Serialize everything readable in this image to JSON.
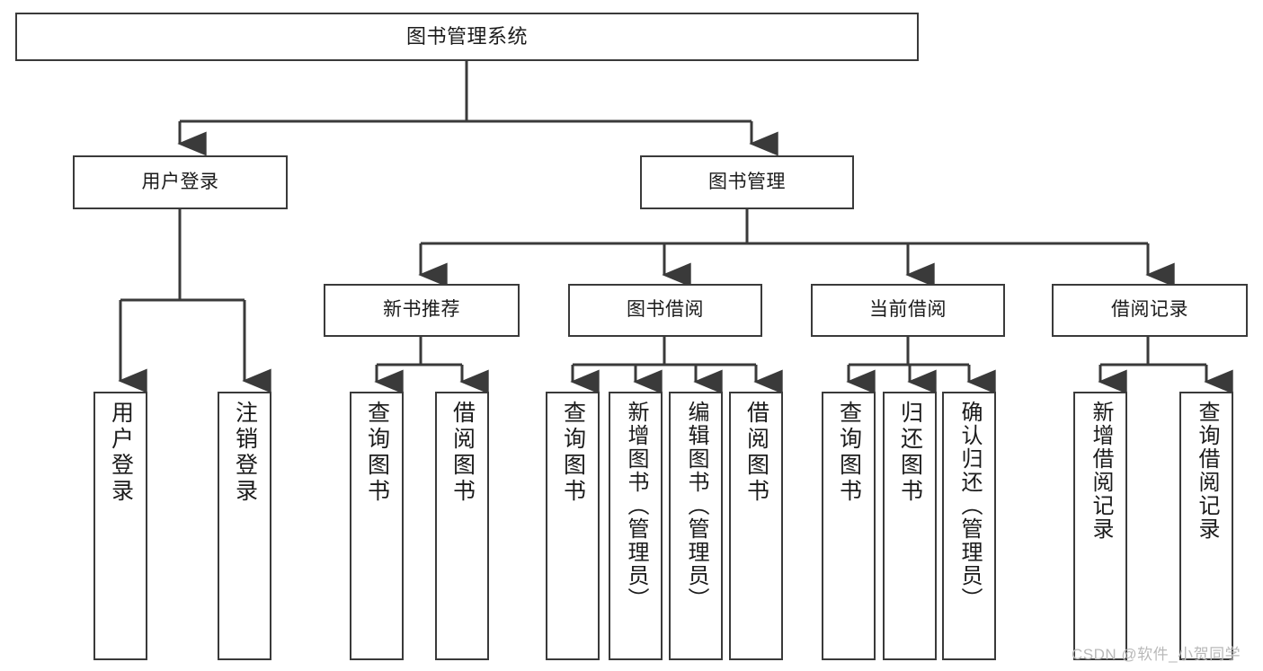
{
  "diagram": {
    "type": "hierarchy-tree",
    "title": "图书管理系统",
    "watermark": "CSDN @软件_小贺同学",
    "colors": {
      "stroke": "#3a3a3a",
      "fill": "#ffffff",
      "text": "#1b1b1b",
      "watermark": "#b9b9b9"
    },
    "nodes": {
      "root": {
        "label": "图书管理系统"
      },
      "level1": [
        {
          "label": "用户登录"
        },
        {
          "label": "图书管理"
        }
      ],
      "level2": [
        {
          "label": "新书推荐"
        },
        {
          "label": "图书借阅"
        },
        {
          "label": "当前借阅"
        },
        {
          "label": "借阅记录"
        }
      ],
      "leaves": [
        {
          "label": "用户登录",
          "parent": "用户登录"
        },
        {
          "label": "注销登录",
          "parent": "用户登录"
        },
        {
          "label": "查询图书",
          "parent": "新书推荐"
        },
        {
          "label": "借阅图书",
          "parent": "新书推荐"
        },
        {
          "label": "查询图书",
          "parent": "图书借阅"
        },
        {
          "label": "新增图书（管理员）",
          "parent": "图书借阅"
        },
        {
          "label": "编辑图书（管理员）",
          "parent": "图书借阅"
        },
        {
          "label": "借阅图书",
          "parent": "图书借阅"
        },
        {
          "label": "查询图书",
          "parent": "当前借阅"
        },
        {
          "label": "归还图书",
          "parent": "当前借阅"
        },
        {
          "label": "确认归还（管理员）",
          "parent": "当前借阅"
        },
        {
          "label": "新增借阅记录",
          "parent": "借阅记录"
        },
        {
          "label": "查询借阅记录",
          "parent": "借阅记录"
        }
      ]
    }
  }
}
